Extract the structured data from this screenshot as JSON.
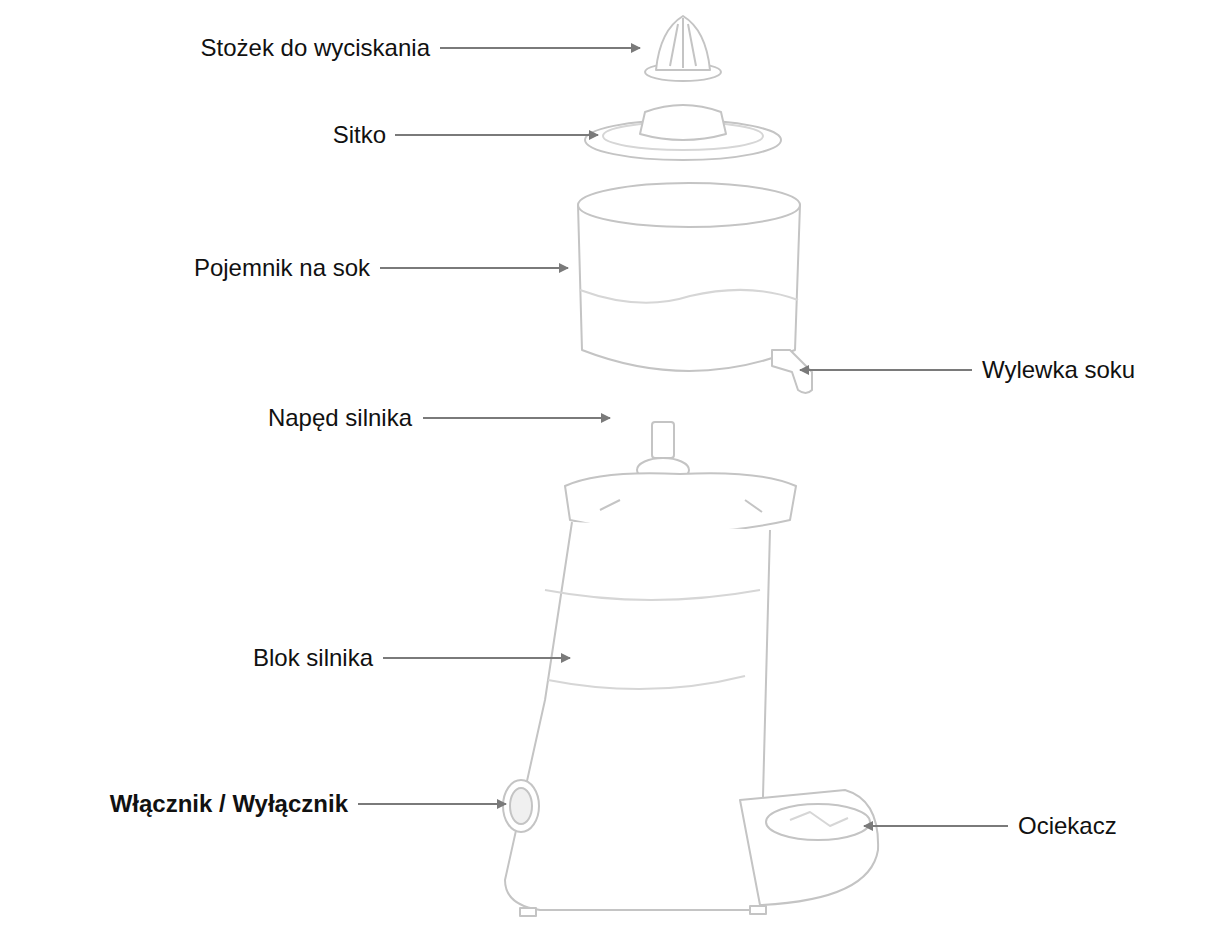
{
  "diagram": {
    "labels": [
      "Stożek do wyciskania",
      "Sitko",
      "Pojemnik na sok",
      "Wylewka soku",
      "Napęd silnika",
      "Blok silnika",
      "Włącznik / Wyłącznik",
      "Ociekacz"
    ]
  }
}
